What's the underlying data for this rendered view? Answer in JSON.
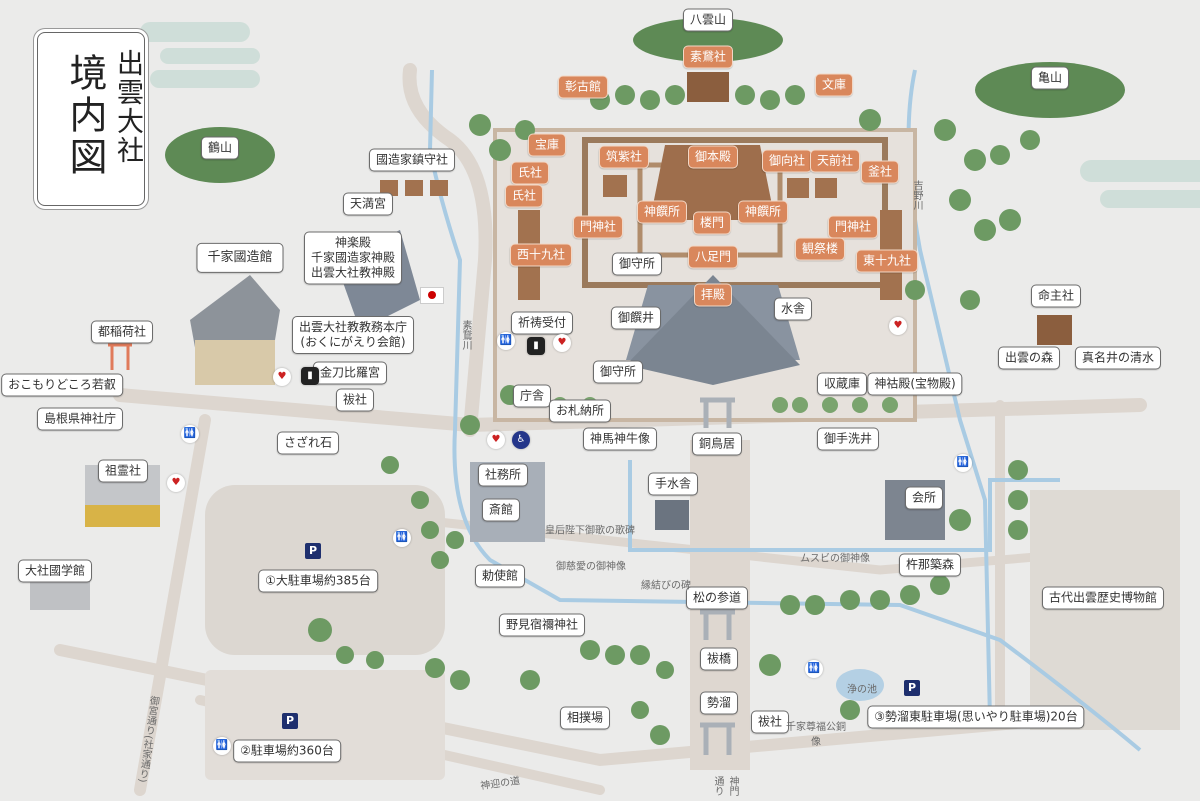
{
  "title": {
    "main": "境内図",
    "sub": "出雲大社"
  },
  "colors": {
    "label_orange": "#d9875c",
    "parking": "#1e2f6e",
    "river": "#a9cbe3",
    "road": "#ddd6cf",
    "tree": "#5f8f5a"
  },
  "mountains": [
    "八雲山",
    "亀山",
    "鶴山"
  ],
  "shrine_labels": [
    "素鵞社",
    "彰古館",
    "文庫",
    "宝庫",
    "氏社",
    "氏社",
    "筑紫社",
    "御本殿",
    "御向社",
    "天前社",
    "釜社",
    "神饌所",
    "楼門",
    "神饌所",
    "門神社",
    "門神社",
    "西十九社",
    "八足門",
    "観祭楼",
    "東十九社",
    "拝殿"
  ],
  "labels": [
    "國造家鎮守社",
    "天満宮",
    "千家國造館",
    "都稲荷社",
    "おこもりどころ若叡",
    "島根県神社庁",
    "金刀比羅宮",
    "祓社",
    "さざれ石",
    "祖霊社",
    "大社國学館",
    "①大駐車場約385台",
    "②駐車場約360台",
    "祈祷受付",
    "庁舎",
    "お札納所",
    "神馬神牛像",
    "銅鳥居",
    "御守所",
    "御饌井",
    "御守所",
    "水舎",
    "収蔵庫",
    "神祜殿(宝物殿)",
    "御手洗井",
    "手水舎",
    "社務所",
    "斎館",
    "勅使館",
    "松の参道",
    "野見宿禰神社",
    "祓橋",
    "勢溜",
    "相撲場",
    "祓社",
    "命主社",
    "出雲の森",
    "真名井の清水",
    "会所",
    "杵那築森",
    "古代出雲歴史博物館",
    "③勢溜東駐車場(思いやり駐車場)20台"
  ],
  "kaguraden": [
    "神楽殿",
    "千家國造家神殿",
    "出雲大社教神殿"
  ],
  "kyomu": [
    "出雲大社教教務本庁",
    "(おくにがえり会館)"
  ],
  "map_text": {
    "somegawa": "素鵞川",
    "yoshinogawa": "吉野川",
    "kahi": "皇后陛下御歌の歌碑",
    "gojiai": "御慈愛の御神像",
    "enmusubi": "縁結びの碑",
    "musubi": "ムスビの御神像",
    "kiyonoike": "浄の池",
    "senge_statue": "千家尊福公銅像",
    "kamimukae": "神迎の道",
    "shinmon": "神門通り",
    "omiya": "御宮通り(社家通り)"
  },
  "icons": {
    "parking": "P",
    "restroom": "restroom-icon",
    "aed": "aed-icon",
    "accessible": "wheelchair-icon",
    "atm": "atm-icon"
  }
}
